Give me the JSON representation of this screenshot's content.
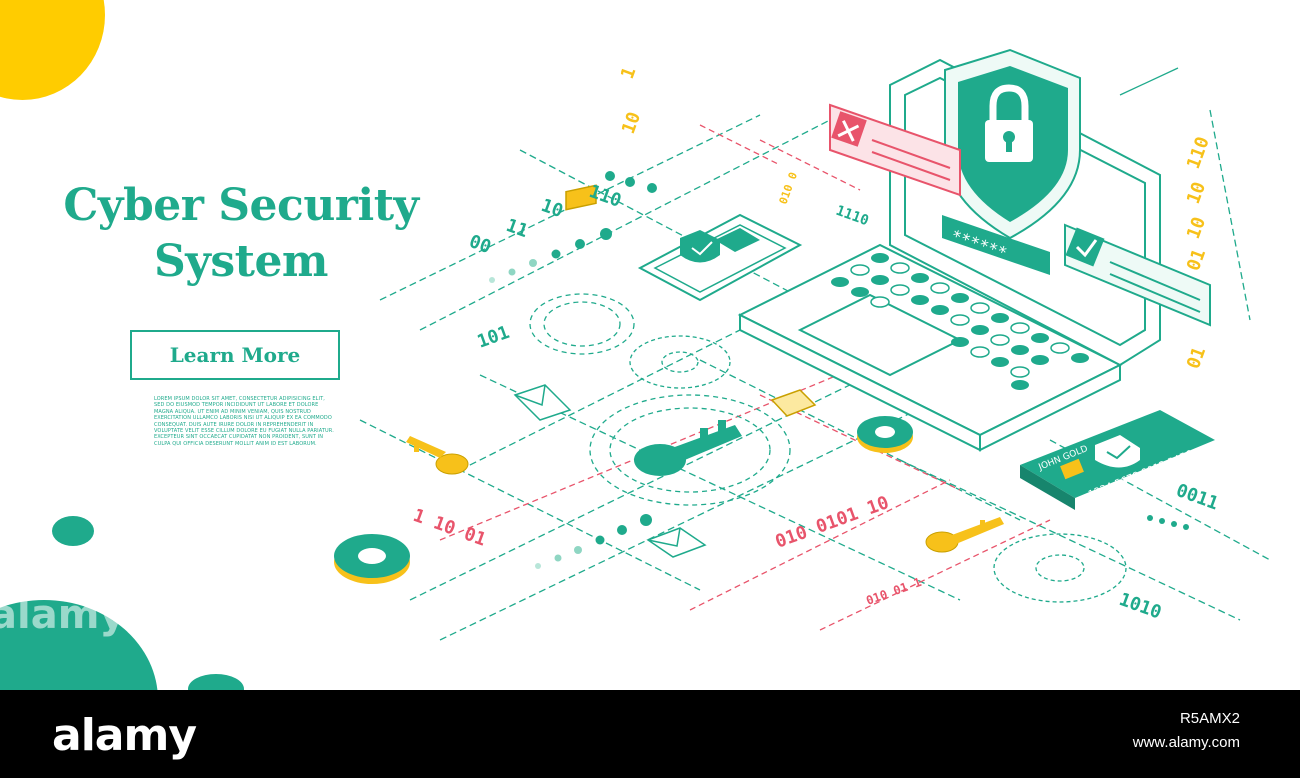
{
  "hero": {
    "title_line1": "Cyber Security",
    "title_line2": "System",
    "cta_label": "Learn More",
    "lorem": "Lorem ipsum dolor sit amet, consectetur adipisicing elit, sed do eiusmod tempor incididunt ut labore et dolore magna aliqua. Ut enim ad minim veniam, quis nostrud exercitation ullamco laboris nisi ut aliquip ex ea commodo consequat. Duis aute irure dolor in reprehenderit in voluptate velit esse cillum dolore eu fugiat nulla pariatur. Excepteur sint occaecat cupidatat non proident, sunt in culpa qui officia deserunt mollit anim id est laborum."
  },
  "colors": {
    "teal": "#1FAA8C",
    "yellow": "#FFCC00",
    "red": "#E8546B",
    "footer": "#000000"
  },
  "illustration": {
    "password_mask": "******",
    "card_holder": "JOHN GOLD",
    "card_number": "1234 5678 9012 3456",
    "binary": {
      "b_1": "1",
      "b_10_top": "10",
      "b_0100": "010 0",
      "b_1110": "1110",
      "b_110_right": "110",
      "b_10_right": "10",
      "b_10_right2": "10",
      "b_01_right": "01",
      "b_01_right2": "01",
      "b_110_left": "110",
      "b_10_left": "10",
      "b_11": "11",
      "b_00": "00",
      "b_101": "101",
      "b_010_0101_10": "010 0101 10",
      "b_1_10_01": "1 10 01",
      "b_0011": "0011",
      "b_010_01_1": "010 01 1",
      "b_1010": "1010"
    }
  },
  "footer": {
    "logo": "alamy",
    "watermark": "alamy",
    "image_id": "R5AMX2",
    "site": "www.alamy.com"
  }
}
